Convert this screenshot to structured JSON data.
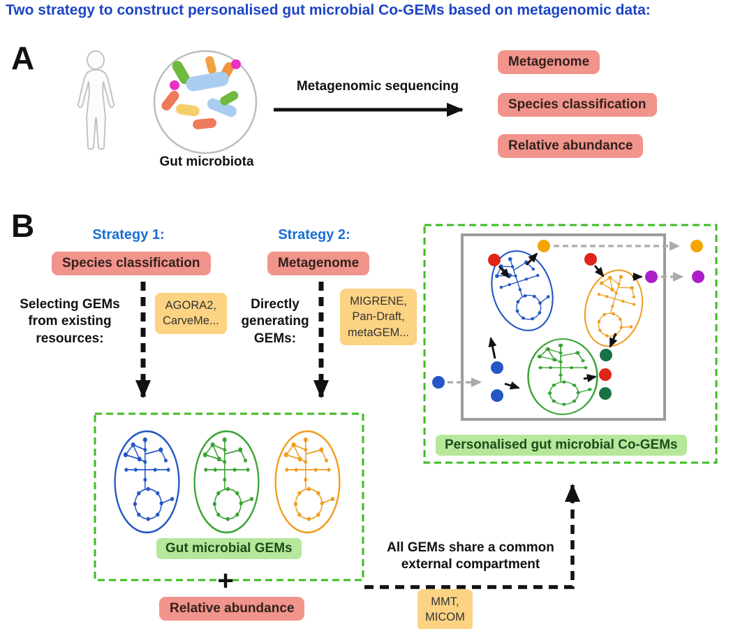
{
  "title": "Two strategy to construct personalised gut microbial Co-GEMs based on metagenomic data:",
  "panel_a": {
    "label": "A",
    "microbiota_caption": "Gut microbiota",
    "arrow_label": "Metagenomic sequencing",
    "outputs": [
      {
        "label": "Metagenome"
      },
      {
        "label": "Species classification"
      },
      {
        "label": "Relative abundance"
      }
    ]
  },
  "panel_b": {
    "label": "B",
    "strategy1_title": "Strategy 1:",
    "strategy1_box": "Species classification",
    "strategy1_desc": "Selecting GEMs\nfrom existing\nresources:",
    "strategy1_tools": "AGORA2,\nCarveMe...",
    "strategy2_title": "Strategy 2:",
    "strategy2_box": "Metagenome",
    "strategy2_desc": "Directly\ngenerating\nGEMs:",
    "strategy2_tools": "MIGRENE,\nPan-Draft,\nmetaGEM...",
    "gems_caption": "Gut microbial GEMs",
    "plus_sign": "+",
    "relative_abundance_box": "Relative abundance",
    "share_note": "All GEMs share a common\nexternal compartment",
    "community_tools": "MMT,\nMICOM",
    "cogems_caption": "Personalised gut microbial Co-GEMs"
  },
  "colors": {
    "title_blue": "#1c44c4",
    "strategy_blue": "#176fd2",
    "pink_box": "#f1948c",
    "orange_box": "#fbd383",
    "green_caption": "#b6e79b",
    "green_dash_border": "#3cbb21",
    "gray_box_border": "#9c9c9c",
    "gem_blue": "#2457c5",
    "gem_green": "#3aa335",
    "gem_orange": "#f09d1f",
    "dot_red": "#e02419",
    "dot_orange": "#f5a400",
    "dot_purple": "#aa1fc9",
    "dot_blue": "#2457c5",
    "dot_dark_green": "#177245"
  }
}
